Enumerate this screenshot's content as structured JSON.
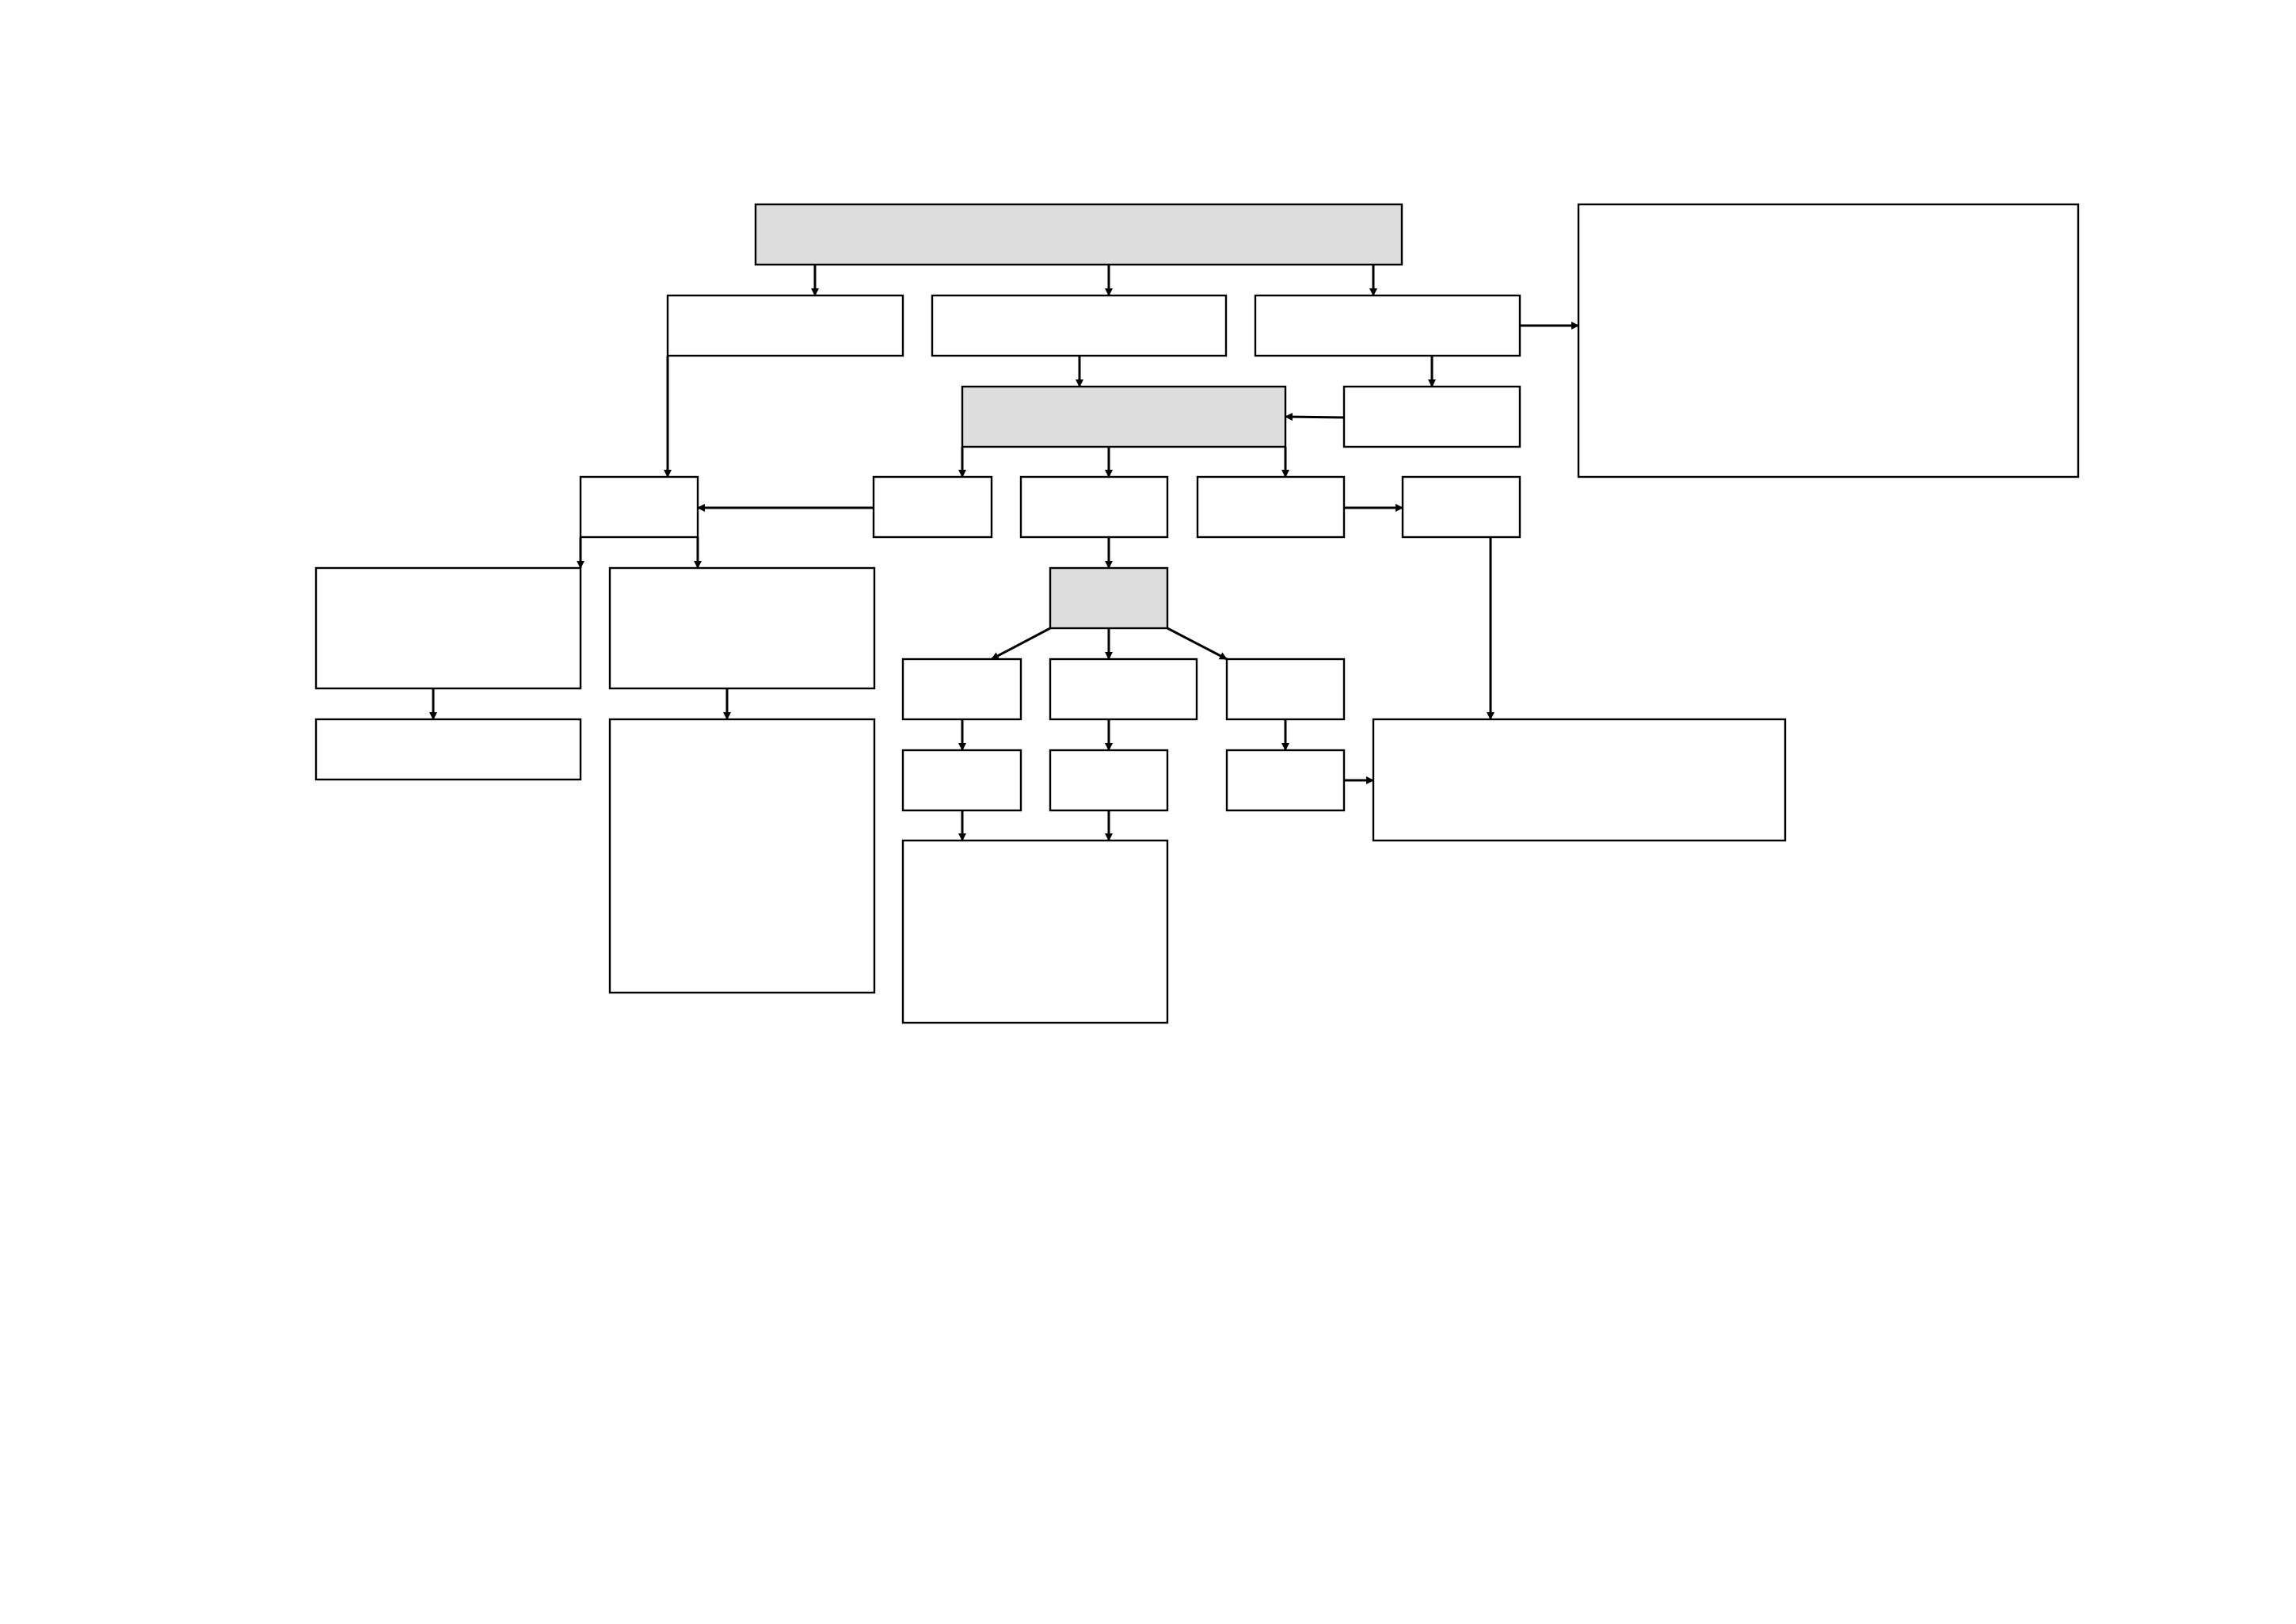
{
  "diagram": {
    "colors": {
      "page_background": "#ffffff",
      "box_fill": "#ffffff",
      "highlight_fill": "#dddddd",
      "stroke": "#000000"
    },
    "nodes": [
      {
        "id": "top-root",
        "text": "",
        "highlighted": true
      },
      {
        "id": "level1-left",
        "text": "",
        "highlighted": false
      },
      {
        "id": "level1-middle",
        "text": "",
        "highlighted": false
      },
      {
        "id": "level1-right",
        "text": "",
        "highlighted": false
      },
      {
        "id": "side-note-top-right",
        "text": "",
        "highlighted": false
      },
      {
        "id": "hub-center",
        "text": "",
        "highlighted": true
      },
      {
        "id": "hub-input-right",
        "text": "",
        "highlighted": false
      },
      {
        "id": "level3-far-left",
        "text": "",
        "highlighted": false
      },
      {
        "id": "level3-a",
        "text": "",
        "highlighted": false
      },
      {
        "id": "level3-b",
        "text": "",
        "highlighted": false
      },
      {
        "id": "level3-c",
        "text": "",
        "highlighted": false
      },
      {
        "id": "level3-d",
        "text": "",
        "highlighted": false
      },
      {
        "id": "branch-left-a",
        "text": "",
        "highlighted": false
      },
      {
        "id": "branch-left-b",
        "text": "",
        "highlighted": false
      },
      {
        "id": "small-hub",
        "text": "",
        "highlighted": true
      },
      {
        "id": "branch-left-a-result",
        "text": "",
        "highlighted": false
      },
      {
        "id": "branch-left-b-result",
        "text": "",
        "highlighted": false
      },
      {
        "id": "split-1",
        "text": "",
        "highlighted": false
      },
      {
        "id": "split-2",
        "text": "",
        "highlighted": false
      },
      {
        "id": "split-3",
        "text": "",
        "highlighted": false
      },
      {
        "id": "split-1-next",
        "text": "",
        "highlighted": false
      },
      {
        "id": "split-2-next",
        "text": "",
        "highlighted": false
      },
      {
        "id": "split-3-next",
        "text": "",
        "highlighted": false
      },
      {
        "id": "outcome-right",
        "text": "",
        "highlighted": false
      },
      {
        "id": "outcome-bottom",
        "text": "",
        "highlighted": false
      }
    ],
    "edges": [
      {
        "from": "top-root",
        "to": "level1-left"
      },
      {
        "from": "top-root",
        "to": "level1-middle"
      },
      {
        "from": "top-root",
        "to": "level1-right"
      },
      {
        "from": "level1-right",
        "to": "side-note-top-right"
      },
      {
        "from": "level1-right",
        "to": "hub-input-right"
      },
      {
        "from": "level1-middle",
        "to": "hub-center"
      },
      {
        "from": "hub-input-right",
        "to": "hub-center"
      },
      {
        "from": "level1-left",
        "to": "level3-far-left"
      },
      {
        "from": "hub-center",
        "to": "level3-a"
      },
      {
        "from": "hub-center",
        "to": "level3-b"
      },
      {
        "from": "hub-center",
        "to": "level3-c"
      },
      {
        "from": "level3-a",
        "to": "level3-far-left"
      },
      {
        "from": "level3-c",
        "to": "level3-d"
      },
      {
        "from": "level3-far-left",
        "to": "branch-left-a"
      },
      {
        "from": "level3-far-left",
        "to": "branch-left-b"
      },
      {
        "from": "level3-b",
        "to": "small-hub"
      },
      {
        "from": "branch-left-a",
        "to": "branch-left-a-result"
      },
      {
        "from": "branch-left-b",
        "to": "branch-left-b-result"
      },
      {
        "from": "small-hub",
        "to": "split-1"
      },
      {
        "from": "small-hub",
        "to": "split-2"
      },
      {
        "from": "small-hub",
        "to": "split-3"
      },
      {
        "from": "split-1",
        "to": "split-1-next"
      },
      {
        "from": "split-2",
        "to": "split-2-next"
      },
      {
        "from": "split-3",
        "to": "split-3-next"
      },
      {
        "from": "split-3-next",
        "to": "outcome-right"
      },
      {
        "from": "level3-d",
        "to": "outcome-right"
      },
      {
        "from": "split-1-next",
        "to": "outcome-bottom"
      },
      {
        "from": "split-2-next",
        "to": "outcome-bottom"
      }
    ]
  }
}
